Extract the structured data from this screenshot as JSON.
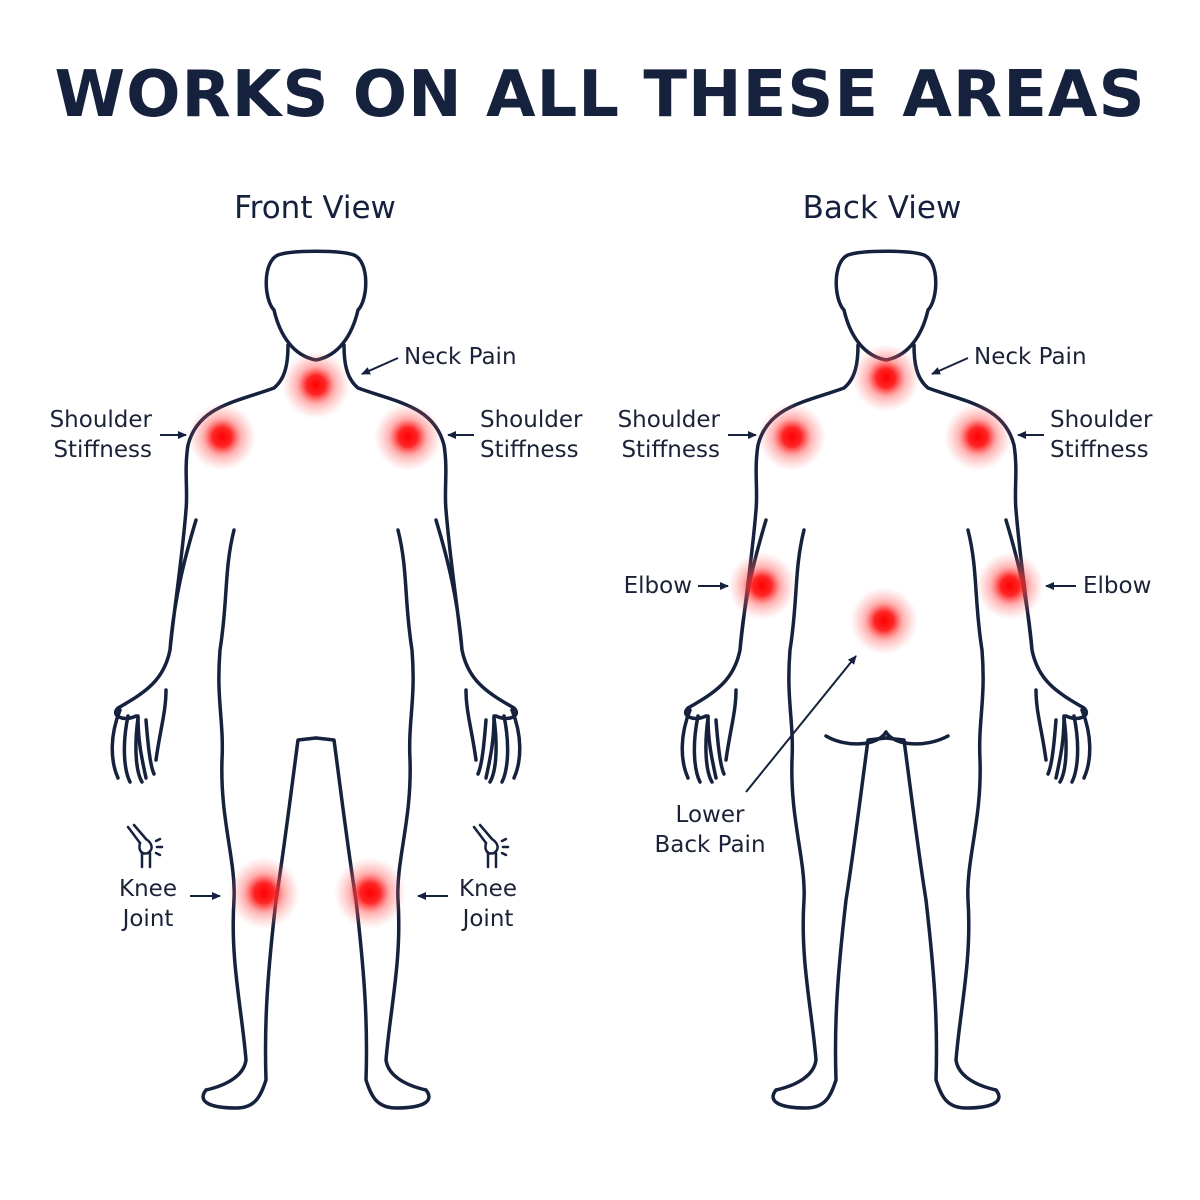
{
  "title": "WORKS ON ALL THESE AREAS",
  "front": {
    "heading": "Front View",
    "neck": "Neck Pain",
    "shoulder_left": [
      "Shoulder",
      "Stiffness"
    ],
    "shoulder_right": [
      "Shoulder",
      "Stiffness"
    ],
    "knee_left": [
      "Knee",
      "Joint"
    ],
    "knee_right": [
      "Knee",
      "Joint"
    ]
  },
  "back": {
    "heading": "Back View",
    "neck": "Neck Pain",
    "shoulder_left": [
      "Shoulder",
      "Stiffness"
    ],
    "shoulder_right": [
      "Shoulder",
      "Stiffness"
    ],
    "elbow_left": "Elbow",
    "elbow_right": "Elbow",
    "lower_back": [
      "Lower",
      "Back Pain"
    ]
  },
  "colors": {
    "outline": "#15213d",
    "pain": "#ff1a1a"
  },
  "icons": [
    "knee-joint-icon"
  ]
}
